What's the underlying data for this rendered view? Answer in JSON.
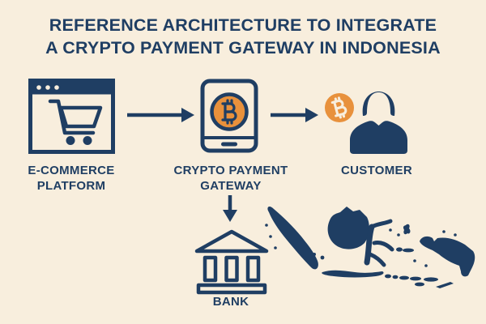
{
  "title": {
    "line1": "REFERENCE ARCHITECTURE TO INTEGRATE",
    "line2": "A CRYPTO PAYMENT GATEWAY IN INDONESIA"
  },
  "nodes": {
    "ecommerce": {
      "label": "E-COMMERCE PLATFORM",
      "icon": "browser-shopping-cart-icon"
    },
    "gateway": {
      "label": "CRYPTO PAYMENT GATEWAY",
      "icon": "smartphone-bitcoin-icon"
    },
    "customer": {
      "label": "CUSTOMER",
      "icon": "person-with-bitcoin-coin-icon"
    },
    "bank": {
      "label": "BANK",
      "icon": "bank-building-icon"
    }
  },
  "flows": [
    {
      "from": "E-COMMERCE PLATFORM",
      "to": "CRYPTO PAYMENT GATEWAY",
      "direction": "right"
    },
    {
      "from": "CRYPTO PAYMENT GATEWAY",
      "to": "CUSTOMER",
      "direction": "right"
    },
    {
      "from": "CRYPTO PAYMENT GATEWAY",
      "to": "BANK",
      "direction": "down"
    }
  ],
  "map": {
    "region": "Indonesia",
    "icon": "indonesia-archipelago-map"
  },
  "colors": {
    "background": "#f8eedd",
    "navy": "#1f3e63",
    "orange": "#e8913c",
    "cream": "#f8eedd"
  }
}
